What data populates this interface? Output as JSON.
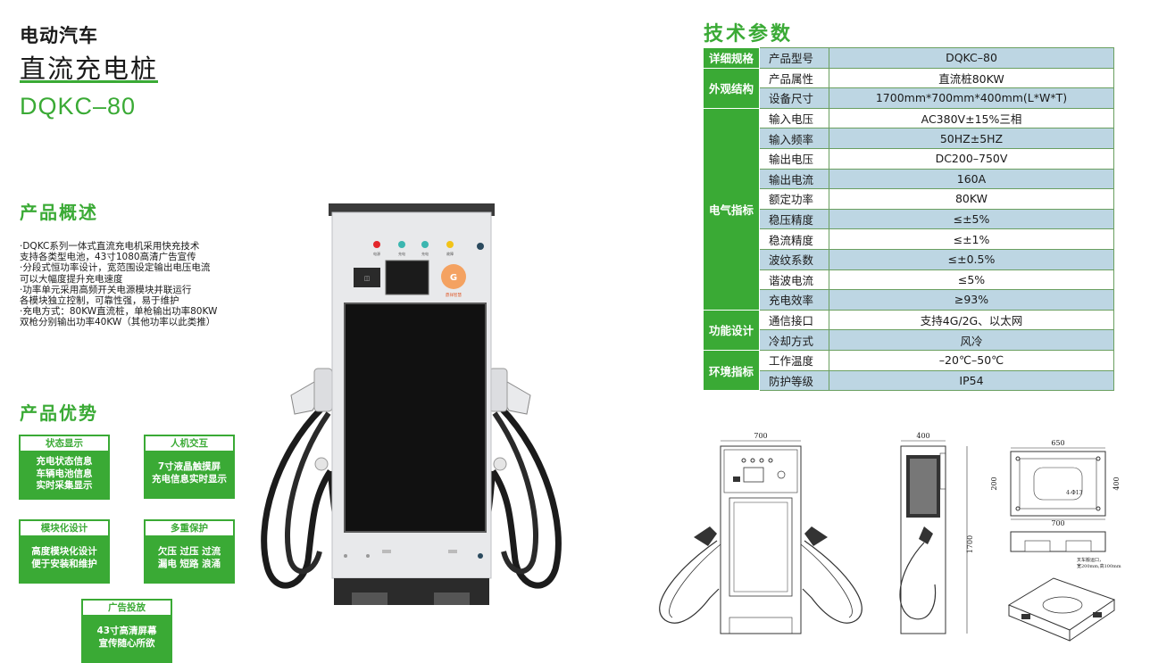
{
  "header": {
    "category": "电动汽车",
    "title": "直流充电桩",
    "model": "DQKC–80"
  },
  "overview": {
    "heading": "产品概述",
    "lines": [
      "·DQKC系列一体式直流充电机采用快充技术",
      "支持各类型电池，43寸1080高清广告宣传",
      "·分段式恒功率设计，宽范围设定输出电压电流",
      "可以大幅度提升充电速度",
      "·功率单元采用高频开关电源模块并联运行",
      "各模块独立控制，可靠性强，易于维护",
      "·充电方式：80KW直流桩，单枪输出功率80KW",
      "双枪分别输出功率40KW（其他功率以此类推）"
    ]
  },
  "advantages": {
    "heading": "产品优势",
    "cards": [
      {
        "title": "状态显示",
        "lines": [
          "充电状态信息",
          "车辆电池信息",
          "实时采集显示"
        ]
      },
      {
        "title": "人机交互",
        "lines": [
          "7寸液晶触摸屏",
          "充电信息实时显示"
        ]
      },
      {
        "title": "模块化设计",
        "lines": [
          "高度模块化设计",
          "便于安装和维护"
        ]
      },
      {
        "title": "多重保护",
        "lines": [
          "欠压 过压 过流",
          "漏电 短路 浪涌"
        ]
      },
      {
        "title": "广告投放",
        "lines": [
          "43寸高清屏幕",
          "宣传随心所欲"
        ]
      }
    ]
  },
  "charger": {
    "indicators": [
      "电源",
      "充电",
      "充电",
      "故障"
    ],
    "logo_text": "鼎祥智慧",
    "colors": {
      "red": "#e3262b",
      "teal": "#3bb6b0",
      "yellow": "#f2c318"
    }
  },
  "specs": {
    "heading": "技术参数",
    "groups": [
      {
        "category": "详细规格",
        "rows": [
          {
            "key": "产品型号",
            "value": "DQKC–80"
          }
        ]
      },
      {
        "category": "外观结构",
        "rows": [
          {
            "key": "产品属性",
            "value": "直流桩80KW"
          },
          {
            "key": "设备尺寸",
            "value": "1700mm*700mm*400mm(L*W*T)"
          }
        ]
      },
      {
        "category": "电气指标",
        "rows": [
          {
            "key": "输入电压",
            "value": "AC380V±15%三相"
          },
          {
            "key": "输入频率",
            "value": "50HZ±5HZ"
          },
          {
            "key": "输出电压",
            "value": "DC200–750V"
          },
          {
            "key": "输出电流",
            "value": "160A"
          },
          {
            "key": "额定功率",
            "value": "80KW"
          },
          {
            "key": "稳压精度",
            "value": "≤±5%"
          },
          {
            "key": "稳流精度",
            "value": "≤±1%"
          },
          {
            "key": "波纹系数",
            "value": "≤±0.5%"
          },
          {
            "key": "谐波电流",
            "value": "≤5%"
          },
          {
            "key": "充电效率",
            "value": "≥93%"
          }
        ]
      },
      {
        "category": "功能设计",
        "rows": [
          {
            "key": "通信接口",
            "value": "支持4G/2G、以太网"
          },
          {
            "key": "冷却方式",
            "value": "风冷"
          }
        ]
      },
      {
        "category": "环境指标",
        "rows": [
          {
            "key": "工作温度",
            "value": "–20℃–50℃"
          },
          {
            "key": "防护等级",
            "value": "IP54"
          }
        ]
      }
    ]
  },
  "drawings": {
    "front_width": "700",
    "side_depth": "400",
    "height": "1700",
    "base_width_top": "650",
    "base_width_bottom": "700",
    "base_depth_a": "200",
    "base_depth_b": "400",
    "hole_label": "4-Φ13",
    "base_note_1": "叉车搬运口，",
    "base_note_2": "宽200mm,高100mm"
  }
}
